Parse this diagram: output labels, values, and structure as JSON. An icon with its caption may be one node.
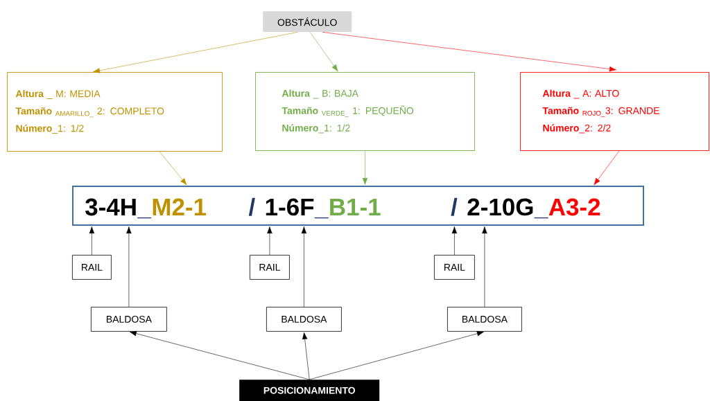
{
  "diagram": {
    "nodes": [
      {
        "text": [
          "OBSTÁCULO"
        ]
      },
      {
        "text": [
          "**Altura**   _ M: MEDIA",
          "**Tamaño** $_{AMARILLO_}$ 2: COMPLETO",
          "**Número**_1:  1/2"
        ]
      },
      {
        "text": [
          "**Altura**   _ B: BAJA",
          "**Tamaño** $_{VERDE_}$ 1: PEQUEÑO",
          "**Número**_1:  1/2"
        ]
      },
      {
        "text": [
          "**Altura**   _ A: ALTO",
          "**Tamaño** $_{ROJO_}$3: GRANDE",
          "**Número**_2:  2/2"
        ]
      },
      {
        "text": [
          "3-4H",
          "_",
          "M2-1",
          "/",
          "1-6F",
          "_",
          "B1-1",
          "/",
          "2-10G",
          "_",
          "A3-2"
        ]
      },
      {
        "text": [
          "RAIL"
        ]
      },
      {
        "text": [
          "RAIL"
        ]
      },
      {
        "text": [
          "RAIL"
        ]
      },
      {
        "text": [
          "BALDOSA"
        ]
      },
      {
        "text": [
          "BALDOSA"
        ]
      },
      {
        "text": [
          "BALDOSA"
        ]
      },
      {
        "text": [
          "POSICIONAMIENTO"
        ]
      }
    ],
    "edges": [
      {
        "from": 0,
        "to": 1,
        "arrow": "to",
        "color": "#bf9000"
      },
      {
        "from": 0,
        "to": 2,
        "arrow": "to",
        "color": "#70ad47"
      },
      {
        "from": 0,
        "to": 3,
        "arrow": "to",
        "color": "#ff0000"
      },
      {
        "from": 1,
        "to": 4,
        "arrow": "to",
        "color": "#bf9000"
      },
      {
        "from": 2,
        "to": 4,
        "arrow": "to",
        "color": "#70ad47"
      },
      {
        "from": 3,
        "to": 4,
        "arrow": "to",
        "color": "#ff0000"
      },
      {
        "from": 5,
        "to": 4,
        "arrow": "to"
      },
      {
        "from": 8,
        "to": 4,
        "arrow": "to"
      },
      {
        "from": 6,
        "to": 4,
        "arrow": "to"
      },
      {
        "from": 9,
        "to": 4,
        "arrow": "to"
      },
      {
        "from": 7,
        "to": 4,
        "arrow": "to"
      },
      {
        "from": 10,
        "to": 4,
        "arrow": "to"
      },
      {
        "from": 11,
        "to": 8,
        "arrow": "to"
      },
      {
        "from": 11,
        "to": 9,
        "arrow": "to"
      },
      {
        "from": 11,
        "to": 10,
        "arrow": "to"
      }
    ]
  }
}
